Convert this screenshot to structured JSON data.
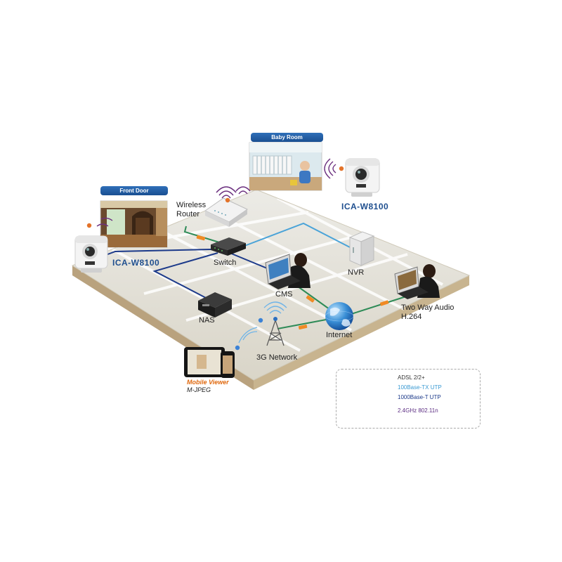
{
  "rooms": {
    "baby_room": "Baby Room",
    "front_door": "Front Door"
  },
  "cameras": {
    "model_top": "ICA-W8100",
    "model_left": "ICA-W8100"
  },
  "devices": {
    "wireless_router": "Wireless\nRouter",
    "switch": "Switch",
    "nvr": "NVR",
    "cms": "CMS",
    "nas": "NAS",
    "internet": "Internet",
    "three_g": "3G Network",
    "two_way": "Two Way Audio\nH.264"
  },
  "mobile": {
    "title": "Mobile Viewer",
    "codec": "M-JPEG"
  },
  "legend": {
    "adsl": "ADSL 2/2+",
    "tx": "100Base-TX UTP",
    "t": "1000Base-T UTP",
    "wifi": "2.4GHz 802.11n"
  },
  "colors": {
    "adsl": "#2e8b57",
    "tx": "#4aa3d8",
    "t": "#1c3a8a",
    "wifi_text": "#5b2c82",
    "floor_top": "#e3e0d6",
    "floor_side": "#b7a17f",
    "tag_blue": "#2a65ad",
    "model_blue": "#1f4f8f",
    "mobile_orange": "#e06a10"
  }
}
